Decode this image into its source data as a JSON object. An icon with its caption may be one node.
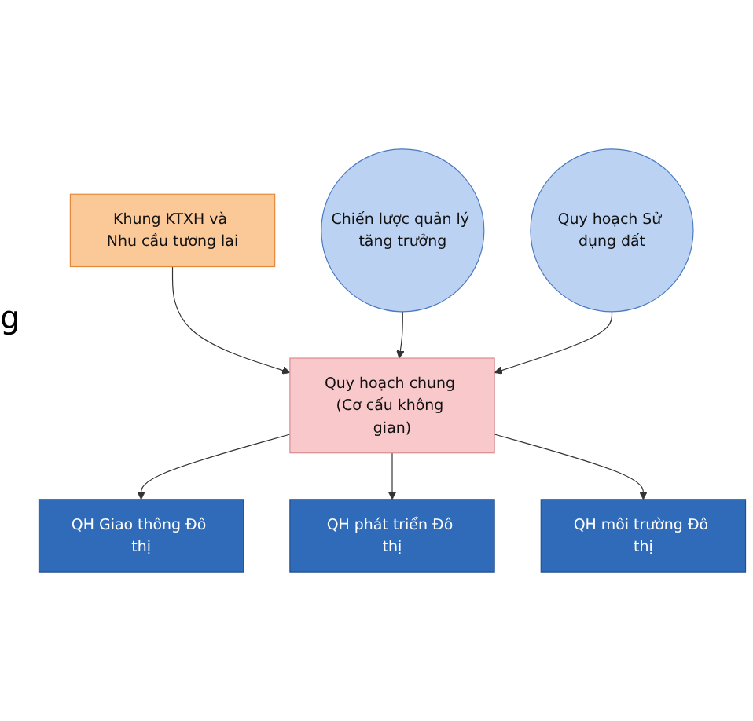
{
  "diagram": {
    "nodes": [
      {
        "text": [
          "Khung KTXH và Nhu cầu tương lai"
        ]
      },
      {
        "text": [
          "Chiến lược quản lý tăng trưởng"
        ]
      },
      {
        "text": [
          "Quy hoạch Sử dụng đất"
        ]
      },
      {
        "text": [
          "Quy hoạch chung (Cơ cấu không gian)"
        ]
      },
      {
        "text": [
          "QH Giao thông Đô thị"
        ]
      },
      {
        "text": [
          "QH phát triển Đô thị"
        ]
      },
      {
        "text": [
          "QH môi trường Đô thị"
        ]
      }
    ],
    "edges": [
      {
        "from": 0,
        "to": 3,
        "arrow": "to"
      },
      {
        "from": 1,
        "to": 3,
        "arrow": "to"
      },
      {
        "from": 2,
        "to": 3,
        "arrow": "to"
      },
      {
        "from": 3,
        "to": 4,
        "arrow": "to"
      },
      {
        "from": 3,
        "to": 5,
        "arrow": "to"
      },
      {
        "from": 3,
        "to": 6,
        "arrow": "to"
      }
    ],
    "labels": [
      "g"
    ]
  }
}
